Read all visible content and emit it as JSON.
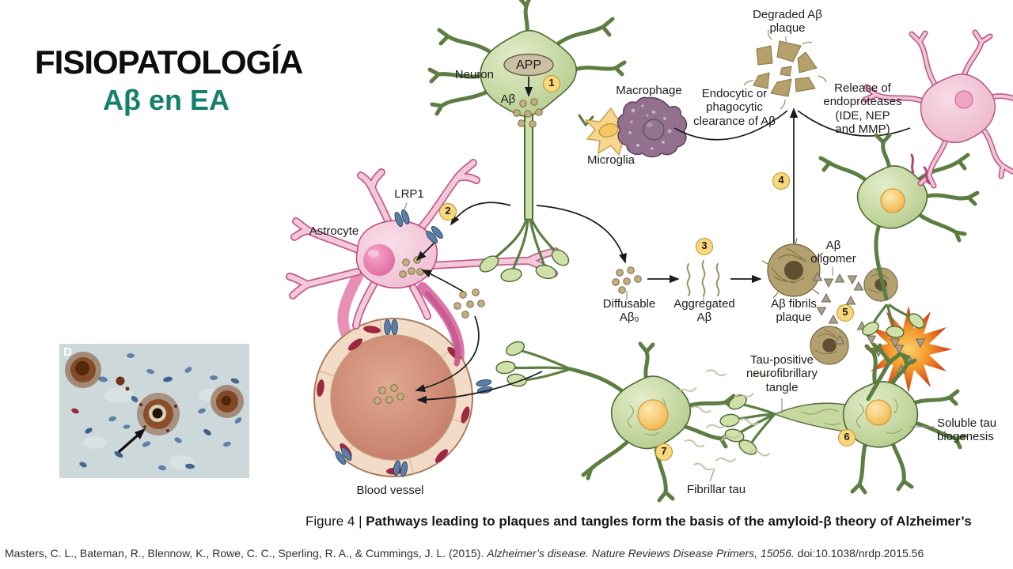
{
  "slide": {
    "title": "FISIOPATOLOGÍA",
    "subtitle": "Aβ en EA"
  },
  "diagram": {
    "labels": {
      "neuron": "Neuron",
      "app": "APP",
      "abeta": "Aβ",
      "macrophage": "Macrophage",
      "microglia": "Microglia",
      "clearance": "Endocytic or\nphagocytic\nclearance of Aβ",
      "degraded_plaque": "Degraded Aβ\nplaque",
      "release": "Release of\nendoproteases\n(IDE, NEP\nand MMP)",
      "lrp1": "LRP1",
      "astrocyte": "Astrocyte",
      "blood_vessel": "Blood vessel",
      "diffusable": "Diffusable\nAβₒ",
      "aggregated": "Aggregated\nAβ",
      "fibrils_plaque": "Aβ fibrils\nplaque",
      "oligomer": "Aβ\noligomer",
      "tangle": "Tau-positive\nneurofibrillary\ntangle",
      "soluble_tau": "Soluble tau\nbiogenesis",
      "fibrillar_tau": "Fibrillar tau"
    },
    "steps": [
      "1",
      "2",
      "3",
      "4",
      "5",
      "6",
      "7"
    ],
    "colors": {
      "neuron_green": "#c6d7a0",
      "astrocyte_pink": "#f5d0de",
      "plaque_tan": "#b2a06e",
      "nucleus_yellow": "#f4c45e",
      "vessel_wall": "#f3dcc7",
      "starburst_orange": "#f08c28",
      "step_yellow": "#f8d77d",
      "subtitle_green": "#15806b"
    }
  },
  "histology": {
    "panel_label": "D"
  },
  "figure_caption": {
    "prefix": "Figure 4 | ",
    "text": "Pathways leading to plaques and tangles form the basis of the amyloid-β theory of Alzheimer’s"
  },
  "citation": {
    "authors": "Masters, C. L., Bateman, R., Blennow, K., Rowe, C. C., Sperling, R. A., & Cummings, J. L. (2015). ",
    "source_italic": "Alzheimer’s disease. Nature Reviews Disease Primers, 15056.",
    "doi": " doi:10.1038/nrdp.2015.56"
  }
}
